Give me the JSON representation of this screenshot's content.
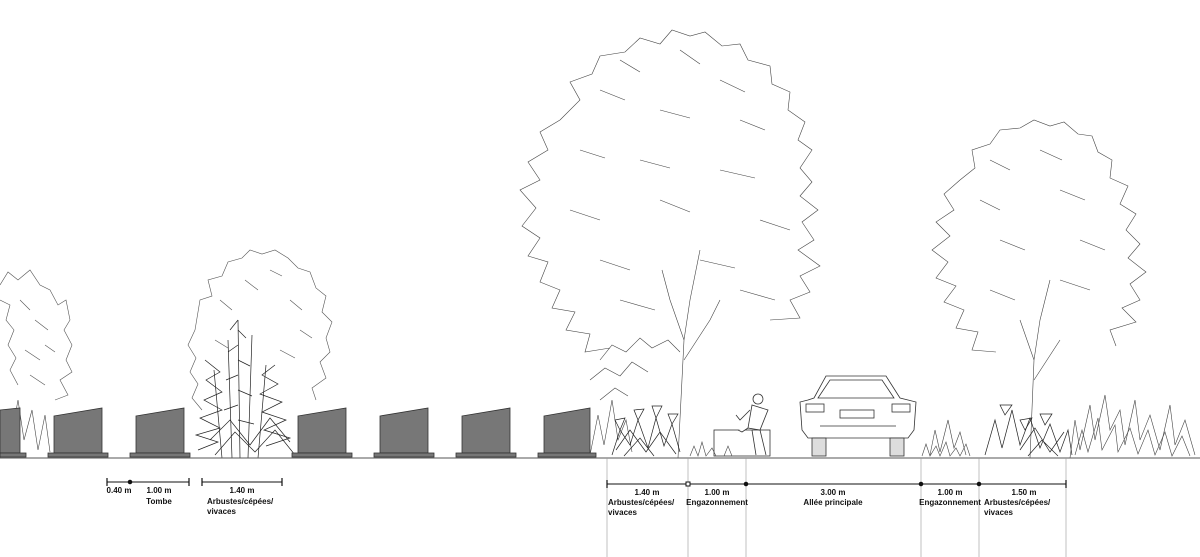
{
  "colors": {
    "tomb_fill": "#777777",
    "line": "#333333",
    "ground": "#555555",
    "background": "#ffffff"
  },
  "dimensions": {
    "tombs": [
      {
        "value": "0.40 m",
        "label": ""
      },
      {
        "value": "1.00 m",
        "label": "Tombe"
      },
      {
        "value": "1.40 m",
        "label": "Arbustes/cépées/ vivaces"
      }
    ],
    "road": [
      {
        "value": "1.40 m",
        "label": "Arbustes/cépées/ vivaces"
      },
      {
        "value": "1.00 m",
        "label": "Engazonnement"
      },
      {
        "value": "3.00 m",
        "label": "Allée principale"
      },
      {
        "value": "1.00 m",
        "label": "Engazonnement"
      },
      {
        "value": "1.50 m",
        "label": "Arbustes/cépées/ vivaces"
      }
    ]
  },
  "icons": [
    "tree-icon",
    "shrub-icon",
    "tombstone-icon",
    "car-icon",
    "seated-person-icon",
    "bench-icon"
  ]
}
